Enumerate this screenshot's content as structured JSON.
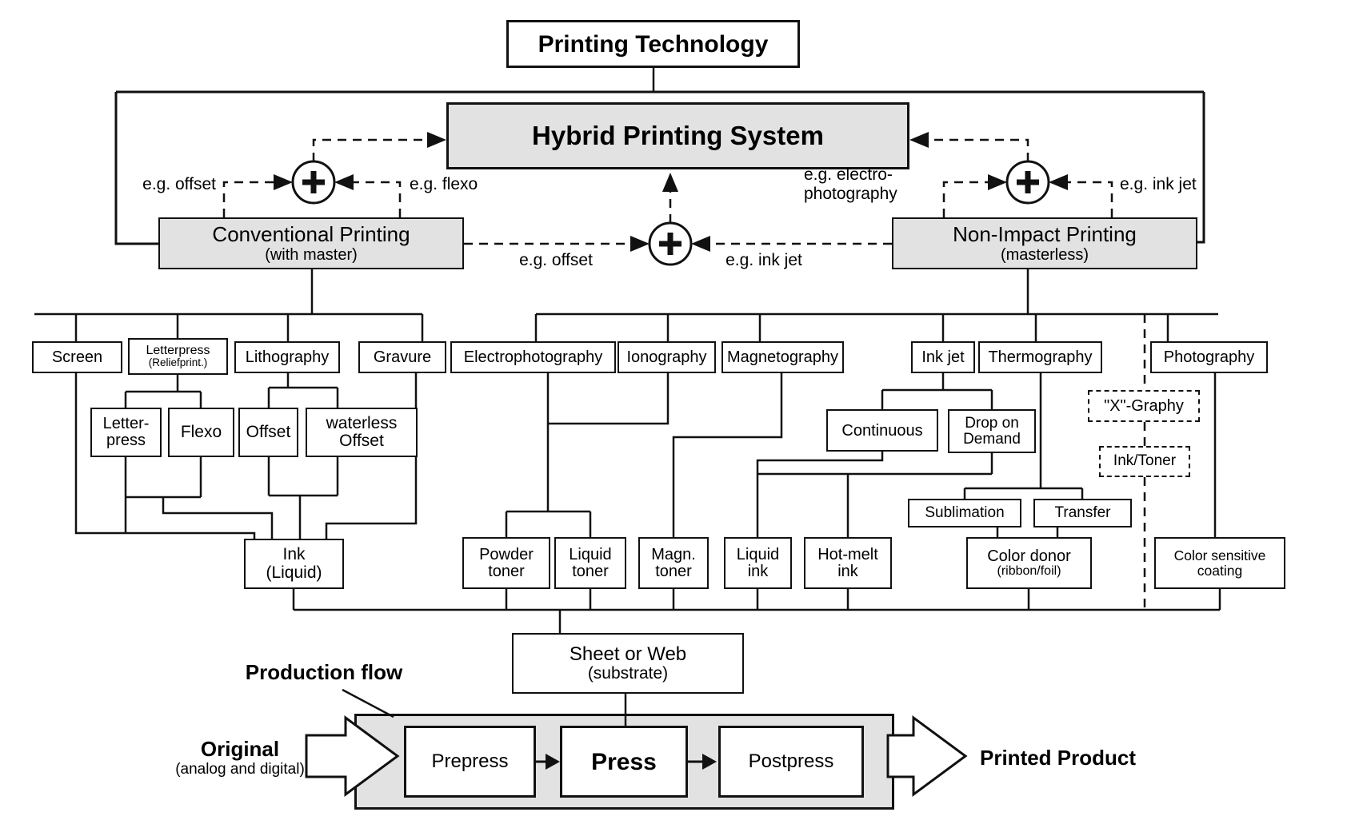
{
  "diagram": {
    "title": "Printing Technology",
    "hybrid": "Hybrid Printing System",
    "conventional": {
      "name": "Conventional Printing",
      "qualifier": "(with master)"
    },
    "non_impact": {
      "name": "Non-Impact Printing",
      "qualifier": "(masterless)"
    },
    "example_labels": {
      "left_pair": {
        "left": "e.g. offset",
        "right": "e.g. flexo"
      },
      "center_pair": {
        "left": "e.g. offset",
        "right": "e.g. ink jet"
      },
      "right_pair": {
        "left_line1": "e.g. electro-",
        "left_line2": "photography",
        "right": "e.g. ink jet"
      }
    },
    "processes": {
      "screen": "Screen",
      "letterpress": {
        "name": "Letterpress",
        "qualifier": "(Reliefprint.)"
      },
      "lithography": "Lithography",
      "gravure": "Gravure",
      "electrophotography": "Electrophotography",
      "ionography": "Ionography",
      "magnetography": "Magnetography",
      "ink_jet": "Ink jet",
      "thermography": "Thermography",
      "photography": "Photography"
    },
    "subprocesses": {
      "letterpress": {
        "line1": "Letter-",
        "line2": "press"
      },
      "flexo": "Flexo",
      "offset": "Offset",
      "waterless_offset": {
        "line1": "waterless",
        "line2": "Offset"
      },
      "continuous": "Continuous",
      "drop_on_demand": {
        "line1": "Drop on",
        "line2": "Demand"
      },
      "x_graphy": "\"X\"-Graphy",
      "ink_toner": "Ink/Toner",
      "sublimation": "Sublimation",
      "transfer": "Transfer"
    },
    "consumables": {
      "ink_liquid": {
        "line1": "Ink",
        "line2": "(Liquid)"
      },
      "powder_toner": {
        "line1": "Powder",
        "line2": "toner"
      },
      "liquid_toner": {
        "line1": "Liquid",
        "line2": "toner"
      },
      "magn_toner": {
        "line1": "Magn.",
        "line2": "toner"
      },
      "liquid_ink": {
        "line1": "Liquid",
        "line2": "ink"
      },
      "hot_melt_ink": {
        "line1": "Hot-melt",
        "line2": "ink"
      },
      "color_donor": {
        "line1": "Color donor",
        "line2": "(ribbon/foil)"
      },
      "color_sensitive": {
        "line1": "Color sensitive",
        "line2": "coating"
      }
    },
    "substrate": {
      "line1": "Sheet or Web",
      "line2": "(substrate)"
    },
    "production_flow": {
      "label": "Production flow",
      "original": {
        "line1": "Original",
        "line2": "(analog and digital)"
      },
      "stages": {
        "prepress": "Prepress",
        "press": "Press",
        "postpress": "Postpress"
      },
      "output": "Printed Product"
    },
    "colors": {
      "line": "#111111",
      "box_fill": "#ffffff",
      "shaded_fill": "#e2e2e2",
      "background": "#ffffff"
    }
  }
}
